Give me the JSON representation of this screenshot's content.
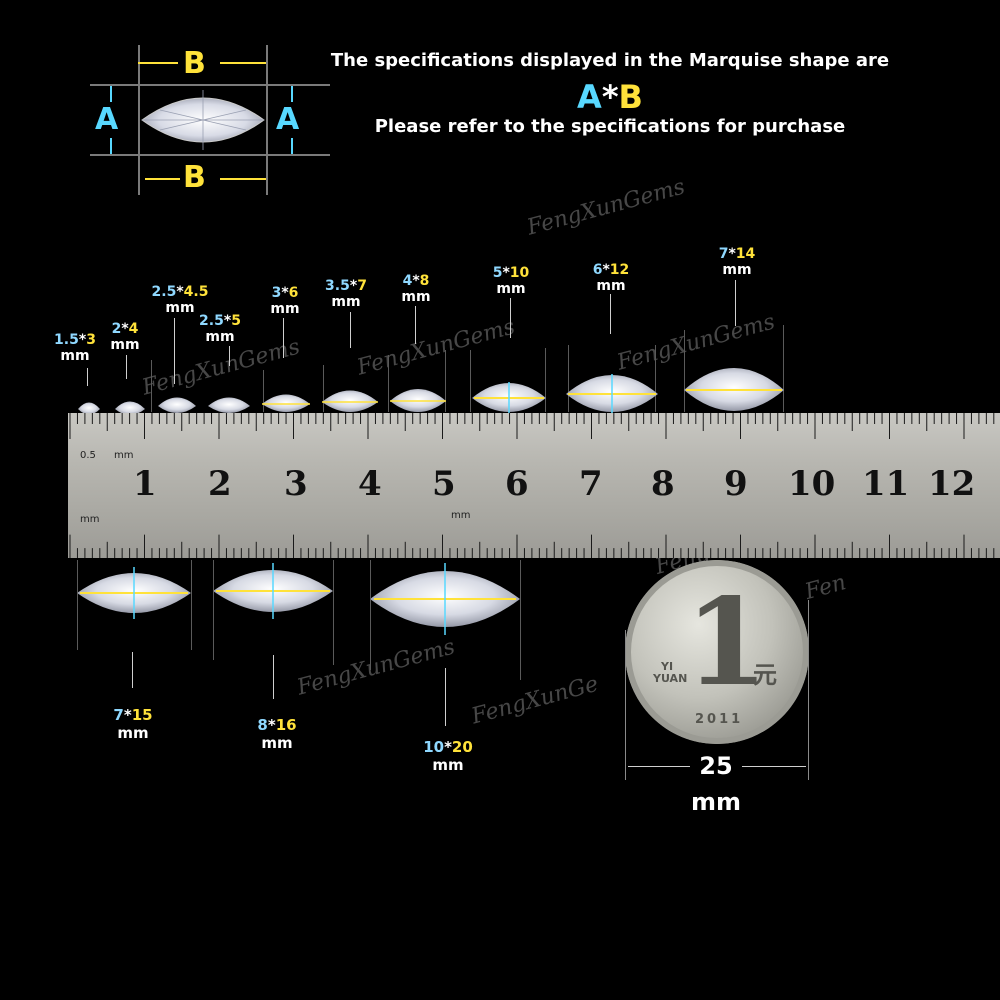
{
  "header": {
    "line1": "The specifications displayed in the   Marquise shape are",
    "formula_a": "A",
    "formula_star": "*",
    "formula_b": "B",
    "line3": "Please refer to the specifications for purchase"
  },
  "diagram": {
    "top_b": "B",
    "left_a": "A",
    "right_a": "A",
    "bottom_b": "B"
  },
  "watermark": "FengXunGems",
  "watermark_partial_1": "Feng",
  "watermark_partial_2": "FengXunGe",
  "watermark_partial_3": "Fen",
  "sizes": [
    {
      "a": "1.5",
      "b": "3",
      "unit": "mm"
    },
    {
      "a": "2",
      "b": "4",
      "unit": "mm"
    },
    {
      "a": "2.5",
      "b": "4.5",
      "unit": "mm"
    },
    {
      "a": "2.5",
      "b": "5",
      "unit": "mm"
    },
    {
      "a": "3",
      "b": "6",
      "unit": "mm"
    },
    {
      "a": "3.5",
      "b": "7",
      "unit": "mm"
    },
    {
      "a": "4",
      "b": "8",
      "unit": "mm"
    },
    {
      "a": "5",
      "b": "10",
      "unit": "mm"
    },
    {
      "a": "6",
      "b": "12",
      "unit": "mm"
    },
    {
      "a": "7",
      "b": "14",
      "unit": "mm"
    },
    {
      "a": "7",
      "b": "15",
      "unit": "mm"
    },
    {
      "a": "8",
      "b": "16",
      "unit": "mm"
    },
    {
      "a": "10",
      "b": "20",
      "unit": "mm"
    }
  ],
  "ruler": {
    "numbers": [
      "1",
      "2",
      "3",
      "4",
      "5",
      "6",
      "7",
      "8",
      "9",
      "10",
      "11",
      "12"
    ],
    "label_05": "0.5",
    "label_mm_top": "mm",
    "label_mm_bottom": "mm",
    "label_mm_mid": "mm"
  },
  "coin": {
    "numeral": "1",
    "yuan_cn": "元",
    "yi": "YI",
    "yuan": "YUAN",
    "year": "2011"
  },
  "coin_dimension": {
    "value": "25",
    "unit": "mm"
  },
  "colors": {
    "a_color": "#58d8ff",
    "b_color": "#ffe23a",
    "background": "#000000"
  }
}
